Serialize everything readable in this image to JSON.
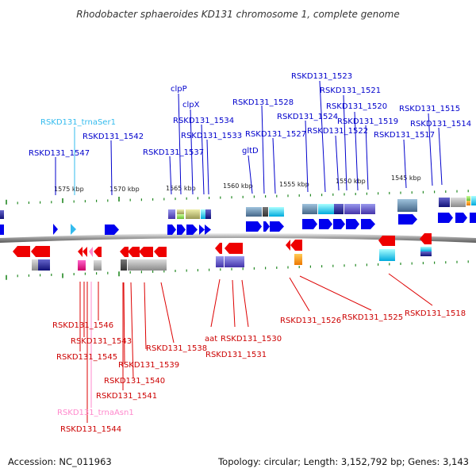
{
  "map": {
    "title": "Rhodobacter sphaeroides KD131 chromosome 1, complete genome",
    "accession": "Accession: NC_011963",
    "topology": "Topology: circular; Length: 3,152,792 bp; Genes: 3,143"
  },
  "ticks": [
    "1575 kbp",
    "1570 kbp",
    "1565 kbp",
    "1560 kbp",
    "1555 kbp",
    "1550 kbp",
    "1545 kbp"
  ],
  "top_labels": [
    "RSKD131_1523",
    "RSKD131_1521",
    "RSKD131_1520",
    "RSKD131_1519",
    "RSKD131_1522",
    "RSKD131_1524",
    "RSKD131_1528",
    "RSKD131_1527",
    "RSKD131_1515",
    "RSKD131_1514",
    "RSKD131_1517",
    "clpP",
    "clpX",
    "RSKD131_1534",
    "RSKD131_1533",
    "RSKD131_1537",
    "gltD",
    "RSKD131_trnaSer1",
    "RSKD131_1542",
    "RSKD131_1547"
  ],
  "bottom_labels": [
    "RSKD131_1518",
    "RSKD131_1525",
    "RSKD131_1526",
    "aat",
    "RSKD131_1530",
    "RSKD131_1531",
    "RSKD131_1538",
    "RSKD131_1539",
    "RSKD131_1540",
    "RSKD131_1541",
    "RSKD131_1546",
    "RSKD131_1543",
    "RSKD131_1545",
    "RSKD131_trnaAsn1",
    "RSKD131_1544"
  ],
  "colors": {
    "forward_gene": "#0000ee",
    "reverse_gene": "#ee0000",
    "trna_forward": "#33bbee",
    "trna_reverse": "#ff88cc",
    "tick": "#228822",
    "backbone": "#888888"
  }
}
